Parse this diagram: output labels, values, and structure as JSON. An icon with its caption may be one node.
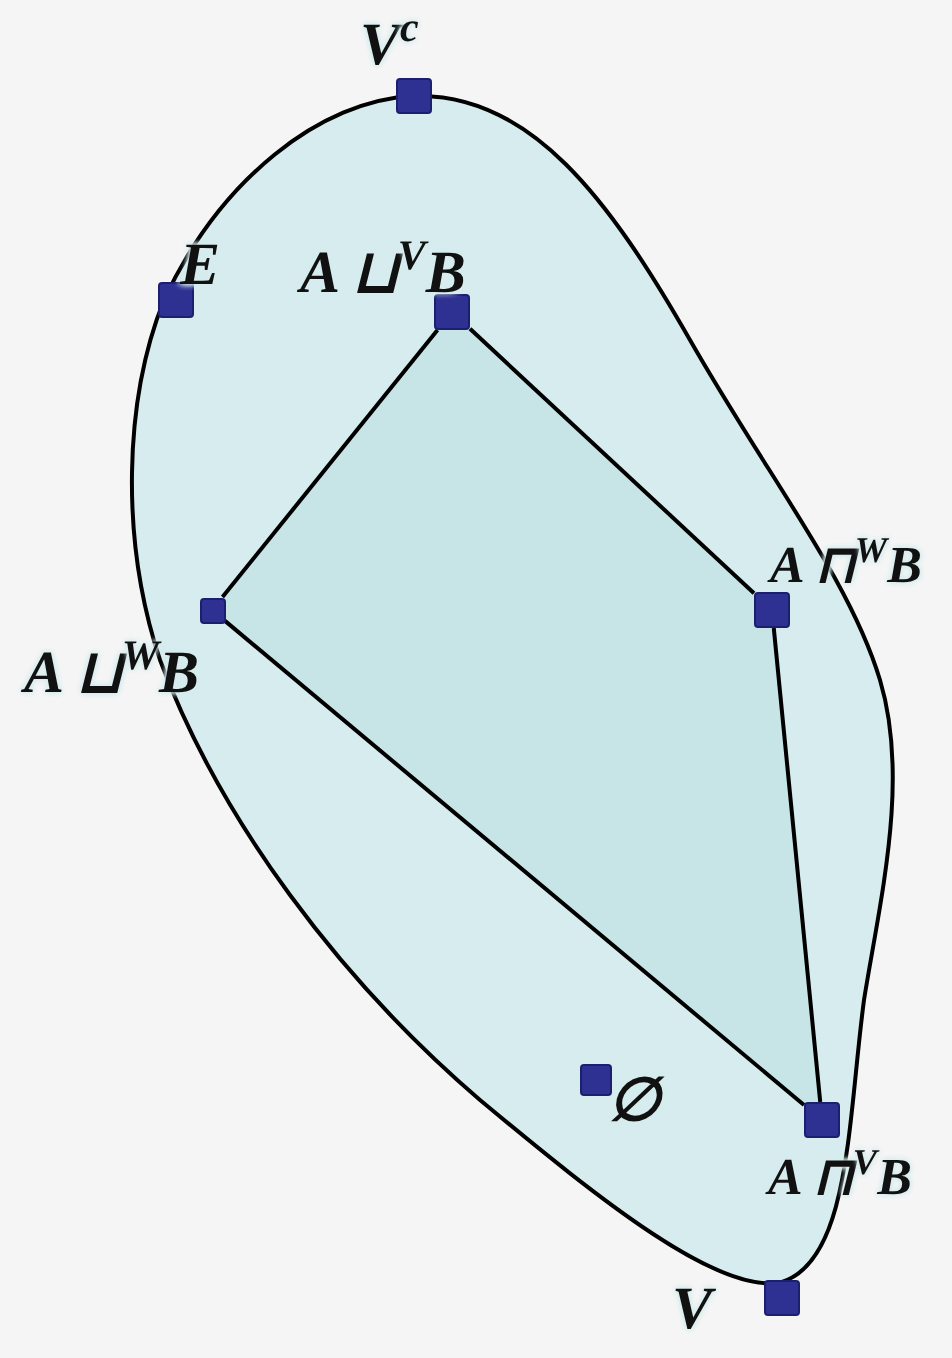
{
  "diagram": {
    "nodes": [
      {
        "text": [],
        "shape": "box",
        "beside": [
          "V$^{c}$"
        ]
      },
      {
        "text": [],
        "shape": "box",
        "beside": [
          "E"
        ]
      },
      {
        "text": [],
        "shape": "box",
        "beside": [
          "A ⊔$^{V}$B"
        ]
      },
      {
        "text": [],
        "shape": "box",
        "beside": [
          "A ⊔$^{W}$B"
        ]
      },
      {
        "text": [],
        "shape": "box",
        "beside": [
          "A ⊓$^{W}$B"
        ]
      },
      {
        "text": [],
        "shape": "box",
        "beside": [
          "∅"
        ]
      },
      {
        "text": [],
        "shape": "box",
        "beside": [
          "A ⊓$^{V}$B"
        ]
      },
      {
        "text": [],
        "shape": "box",
        "beside": [
          "V"
        ]
      }
    ],
    "edges": [
      {
        "from": 2,
        "to": 4,
        "arrow": "none"
      },
      {
        "from": 4,
        "to": 6,
        "arrow": "none"
      },
      {
        "from": 6,
        "to": 3,
        "arrow": "none"
      },
      {
        "from": 3,
        "to": 2,
        "arrow": "none"
      }
    ]
  }
}
